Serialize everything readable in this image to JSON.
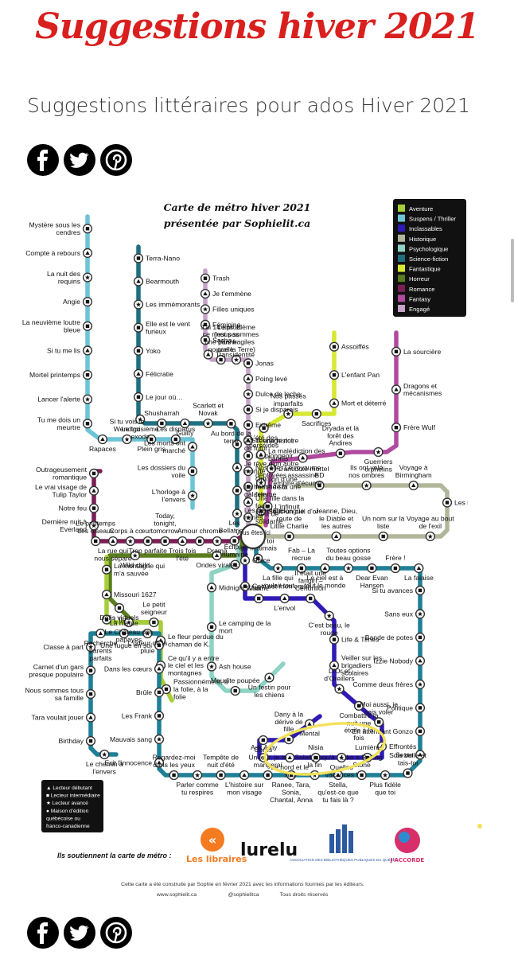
{
  "page": {
    "banner_title": "Suggestions hiver 2021",
    "subtitle": "Suggestions littéraires pour ados Hiver 2021",
    "share_icons": [
      "facebook-icon",
      "twitter-icon",
      "pinterest-icon"
    ]
  },
  "map": {
    "title_line1": "Carte de métro hiver 2021",
    "title_line2": "présentée par Sophielit.ca",
    "center_label": "Vous êtes ici",
    "genre_legend": [
      {
        "label": "Aventure",
        "color": "#a6ce39"
      },
      {
        "label": "Suspens / Thriller",
        "color": "#6cc4d6"
      },
      {
        "label": "Inclassables",
        "color": "#2e1ab5"
      },
      {
        "label": "Historique",
        "color": "#b0b79a"
      },
      {
        "label": "Psychologique",
        "color": "#8ed3c4"
      },
      {
        "label": "Science-fiction",
        "color": "#1f6f80"
      },
      {
        "label": "Fantastique",
        "color": "#d6e832"
      },
      {
        "label": "Horreur",
        "color": "#5a7d1f"
      },
      {
        "label": "Romance",
        "color": "#7b1e56"
      },
      {
        "label": "Fantasy",
        "color": "#b04a9f"
      },
      {
        "label": "Engagé",
        "color": "#c6a3c9"
      }
    ],
    "level_legend": [
      {
        "symbol": "▲",
        "label": "Lecteur débutant"
      },
      {
        "symbol": "■",
        "label": "Lecteur intermédiaire"
      },
      {
        "symbol": "★",
        "label": "Lecteur avancé"
      },
      {
        "symbol": "●",
        "label": "Maison d'édition"
      },
      {
        "symbol": "",
        "label": "québécoise ou"
      },
      {
        "symbol": "",
        "label": "franco-canadienne"
      }
    ],
    "lines": {
      "suspens": {
        "color": "#6cc4d6",
        "stations": [
          "Mystère sous les cendres",
          "Compte à rebours",
          "La nuit des requins",
          "Angie",
          "La neuvième loutre bleue",
          "Si tu me lis",
          "Mortel printemps",
          "Lancer l'alerte",
          "Tu me dois un meurtre",
          "Rapaces",
          "Si tu vois le Wendigo",
          "Plein gris",
          "Les disparus",
          "Les morts ont marché",
          "Les dossiers du voile",
          "L'horloge à l'envers"
        ]
      },
      "scifi": {
        "color": "#1f6f80",
        "stations": [
          "Terra-Nano",
          "Bearmouth",
          "Les immémorants",
          "Elle est le vent furieux",
          "Yoko",
          "Félicratie",
          "Le jour où…",
          "Le troisième exode",
          "Shusharrah",
          "Guilty",
          "Scarlett et Novak",
          "Au bord de la terre",
          "2050, une histoire du futur",
          "Je rêve d'un autre monde",
          "La honte de la galaxie",
          "Les dernières reines"
        ]
      },
      "engage": {
        "color": "#c6a3c9",
        "stations": [
          "Trash",
          "Je t'emmène",
          "Filles uniques",
          "Féminine",
          "Sacha",
          "Transidentité",
          "J'ai 14 ans et ce n'est pas une bonne nouvelle",
          "Le problème (nous sommes plus fragiles que la Terre)",
          "Jonas",
          "Poing levé",
          "Dulce de leche",
          "Si je disparais",
          "Extrême",
          "Teenage riot",
          "Le plongeoir",
          "Nos elles déployées",
          "Opinion d'une femme sur une femme",
          "Une fille dans la foule",
          "Délit de solidarité"
        ]
      },
      "fantastique": {
        "color": "#d6e832",
        "stations": [
          "Assoiffés",
          "L'enfant Pan",
          "Mort et déterré",
          "Sacrifices",
          "Nos passés imparfaits",
          "L'été des perséides",
          "La malédiction des bannis",
          "L'empire d'écume",
          "Sous un ciel d'or"
        ]
      },
      "fantasy": {
        "color": "#b04a9f",
        "stations": [
          "La sourcière",
          "Dragons et mécanismes",
          "Frère Wulf",
          "Guerriers orphelins",
          "Dryada et la forêt des Andires",
          "Le royaume assassiné",
          "L'antidote mortel",
          "L'infinuit"
        ]
      },
      "historique": {
        "color": "#b0b79a",
        "stations": [
          "La longue route de Little Charlie",
          "Jeanne, Dieu, le Diable et les autres",
          "Un nom sur la liste",
          "Voyage au bout de l'exil",
          "Les indésirables",
          "Voyage à Birmingham",
          "Ils ont volé nos ombres",
          "BD"
        ]
      },
      "romance": {
        "color": "#7b1e56",
        "stations": [
          "Outrageusement romantique",
          "Le vrai visage de Tulip Taylor",
          "Notre feu",
          "Dernière nuit à Everland",
          "Le printemps des oiseaux",
          "La rue qui nous sépare",
          "Corps à cœur",
          "Trop parfaite",
          "Today, tonight, tomorrow",
          "Trois fois l'été",
          "Amour chrome",
          "Drama",
          "Les Bellatrices"
        ]
      },
      "horreur": {
        "color": "#5a7d1f",
        "stations": [
          "Ondes virales",
          "Wild child",
          "Défis virtuels"
        ]
      },
      "aventure": {
        "color": "#a6ce39",
        "stations": [
          "La montagne qui m'a sauvée",
          "Missouri 1627",
          "L'île",
          "Le Château des papayes",
          "Le petit seigneur",
          "Le fleur perdue du chaman de K.",
          "Ce qu'il y a entre le ciel et les montagnes",
          "Passionnément, à la folie, à la folie"
        ]
      },
      "psychologique": {
        "color": "#8ed3c4",
        "stations": [
          "Éclipse humaine",
          "Midnight Club",
          "Le camping de la mort",
          "Ash house",
          "Maudite poupée",
          "Un festin pour les chiens"
        ]
      },
      "inclassables": {
        "color": "#2e1ab5",
        "stations": [
          "Glace",
          "Ceci est mon cœur",
          "Vilaine",
          "L'envol",
          "Il était une fangirl – Cendrillon",
          "C'est beau, le rouge",
          "Life & Times",
          "Veiller sur les brigadiers scolaires",
          "D'Or et d'Oreillers",
          "Combattre la nuit une étoile à la fois",
          "Moi aussi, je sais voler",
          "Effrontés",
          "Lumière",
          "Quelles vacances !",
          "Nisia",
          "Le nord et le sud",
          "Ask Amy",
          "Corps",
          "Dany à la dérive de fille",
          "Mental"
        ]
      },
      "main_loop": {
        "color": "#1f7f96",
        "stations": [
          "Lettre à toi qui m'aimais",
          "La fille qui voulait tout",
          "Fab – La recrue",
          "Le ciel est à tout le monde",
          "Toutes options du beau gosse",
          "Dear Evan Hansen",
          "Frère !",
          "La falaise",
          "Si tu avances",
          "Sans eux",
          "Bande de potes",
          "Izzie Nobody",
          "Comme deux frères",
          "Politique",
          "En attendant Gonzo",
          "Sexto",
          "Sois belle et tais-toi",
          "Plus fidèle que toi",
          "Like a Rolling Stone",
          "Stella, qu'est-ce que tu fais là ?",
          "Soleil jusqu'à la fin",
          "Ranee, Tara, Sonia, Chantal, Anna",
          "Un jour, je te mangerai",
          "L'histoire sur mon visage",
          "Tempête de nuit d'été",
          "Parler comme tu respires",
          "Regardez-moi dans les yeux",
          "Exit l'innocence",
          "Mauvais sang",
          "Les Frank",
          "Brûle",
          "Dans les cœurs",
          "Une fugue en soi",
          "L'odeur de la pluie",
          "La meute",
          "Recherche parents parfaits",
          "Classe à part",
          "Carnet d'un gars presque populaire",
          "Nous sommes tous sa famille",
          "Tara voulait jouer",
          "Birthday",
          "Le chemin à l'envers"
        ]
      }
    },
    "supporters_label": "Ils soutiennent la carte de métro :",
    "sponsors": [
      "Les libraires",
      "lurelu",
      "ASSOCIATION DES BIBLIOTHÈQUES PUBLIQUES DU QUÉBEC",
      "J'ACCORDE"
    ],
    "footer_note": "Cette carte a été construite par Sophie en février 2021 avec les informations fournies par les éditeurs.",
    "footer_site": "www.sophielit.ca",
    "footer_handle": "@sophielitca",
    "footer_rights": "Tous droits réservés"
  }
}
